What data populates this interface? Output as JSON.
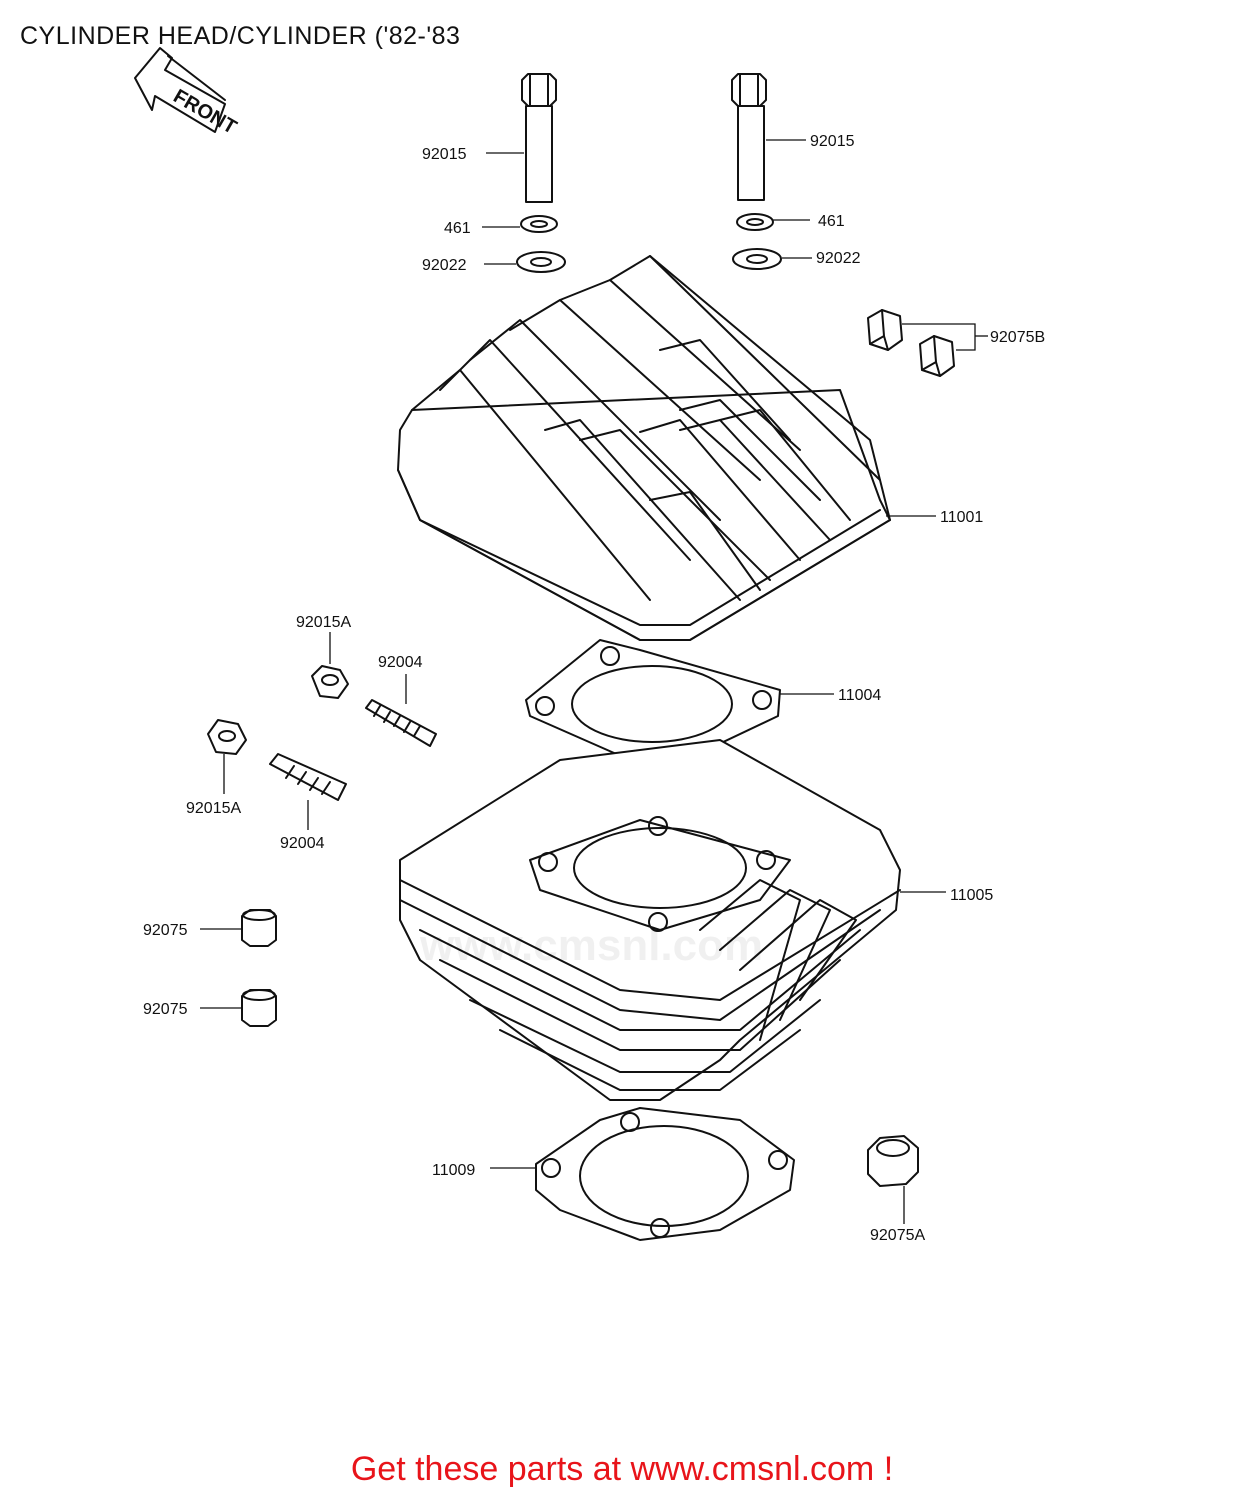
{
  "title": "CYLINDER HEAD/CYLINDER ('82-'83",
  "front_arrow_label": "FRONT",
  "watermark": "www.cmsnl.com",
  "parts": {
    "bolt_left": "92015",
    "bolt_right": "92015",
    "washer_left": "461",
    "washer_right": "461",
    "plain_washer_left": "92022",
    "plain_washer_right": "92022",
    "cap_b": "92075B",
    "head": "11001",
    "nut_upper": "92015A",
    "stud_upper": "92004",
    "head_gasket": "11004",
    "nut_lower": "92015A",
    "stud_lower": "92004",
    "cylinder": "11005",
    "cap_upper": "92075",
    "cap_lower": "92075",
    "base_gasket": "11009",
    "cap_a": "92075A"
  },
  "promo": {
    "prefix": "Get these parts at ",
    "link": "www.cmsnl.com",
    "suffix": " !"
  }
}
